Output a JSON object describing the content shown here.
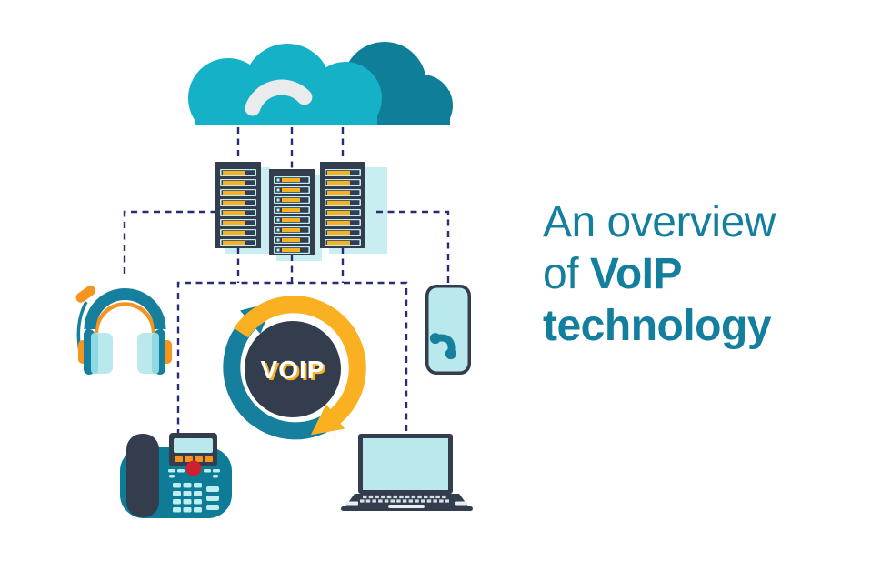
{
  "heading": {
    "line1": "An overview",
    "line2_prefix": "of ",
    "line2_bold": "VoIP",
    "line3": "technology"
  },
  "illustration": {
    "voip_label": "VOIP",
    "nodes": [
      {
        "name": "cloud",
        "icon": "cloud-phone-icon"
      },
      {
        "name": "servers",
        "icon": "server-rack-icon",
        "racks": 3,
        "slots_per_rack": 8
      },
      {
        "name": "headset",
        "icon": "headset-icon"
      },
      {
        "name": "smartphone",
        "icon": "smartphone-call-icon"
      },
      {
        "name": "desk-phone",
        "icon": "desk-phone-icon"
      },
      {
        "name": "laptop",
        "icon": "laptop-icon"
      }
    ]
  },
  "colors": {
    "cloudFront": "#14b1c7",
    "cloudBack": "#0e7e99",
    "navy": "#333d4d",
    "yellow": "#f9b021",
    "orange": "#f7941e",
    "teal": "#177f9e",
    "phoneBody": "#0e7b97",
    "lightCyan": "#b9e9ed",
    "midCyan": "#8fd9e2",
    "paleCyan": "#c9eef2",
    "slotCyan": "#bfeef2",
    "mark": "#3b3670",
    "dash": "#272c75",
    "red": "#cf2030",
    "handsetGray": "#e9ebec",
    "heading": "#137e9d",
    "keyLight": "#d7dee8",
    "padLight": "#e8eef4"
  }
}
